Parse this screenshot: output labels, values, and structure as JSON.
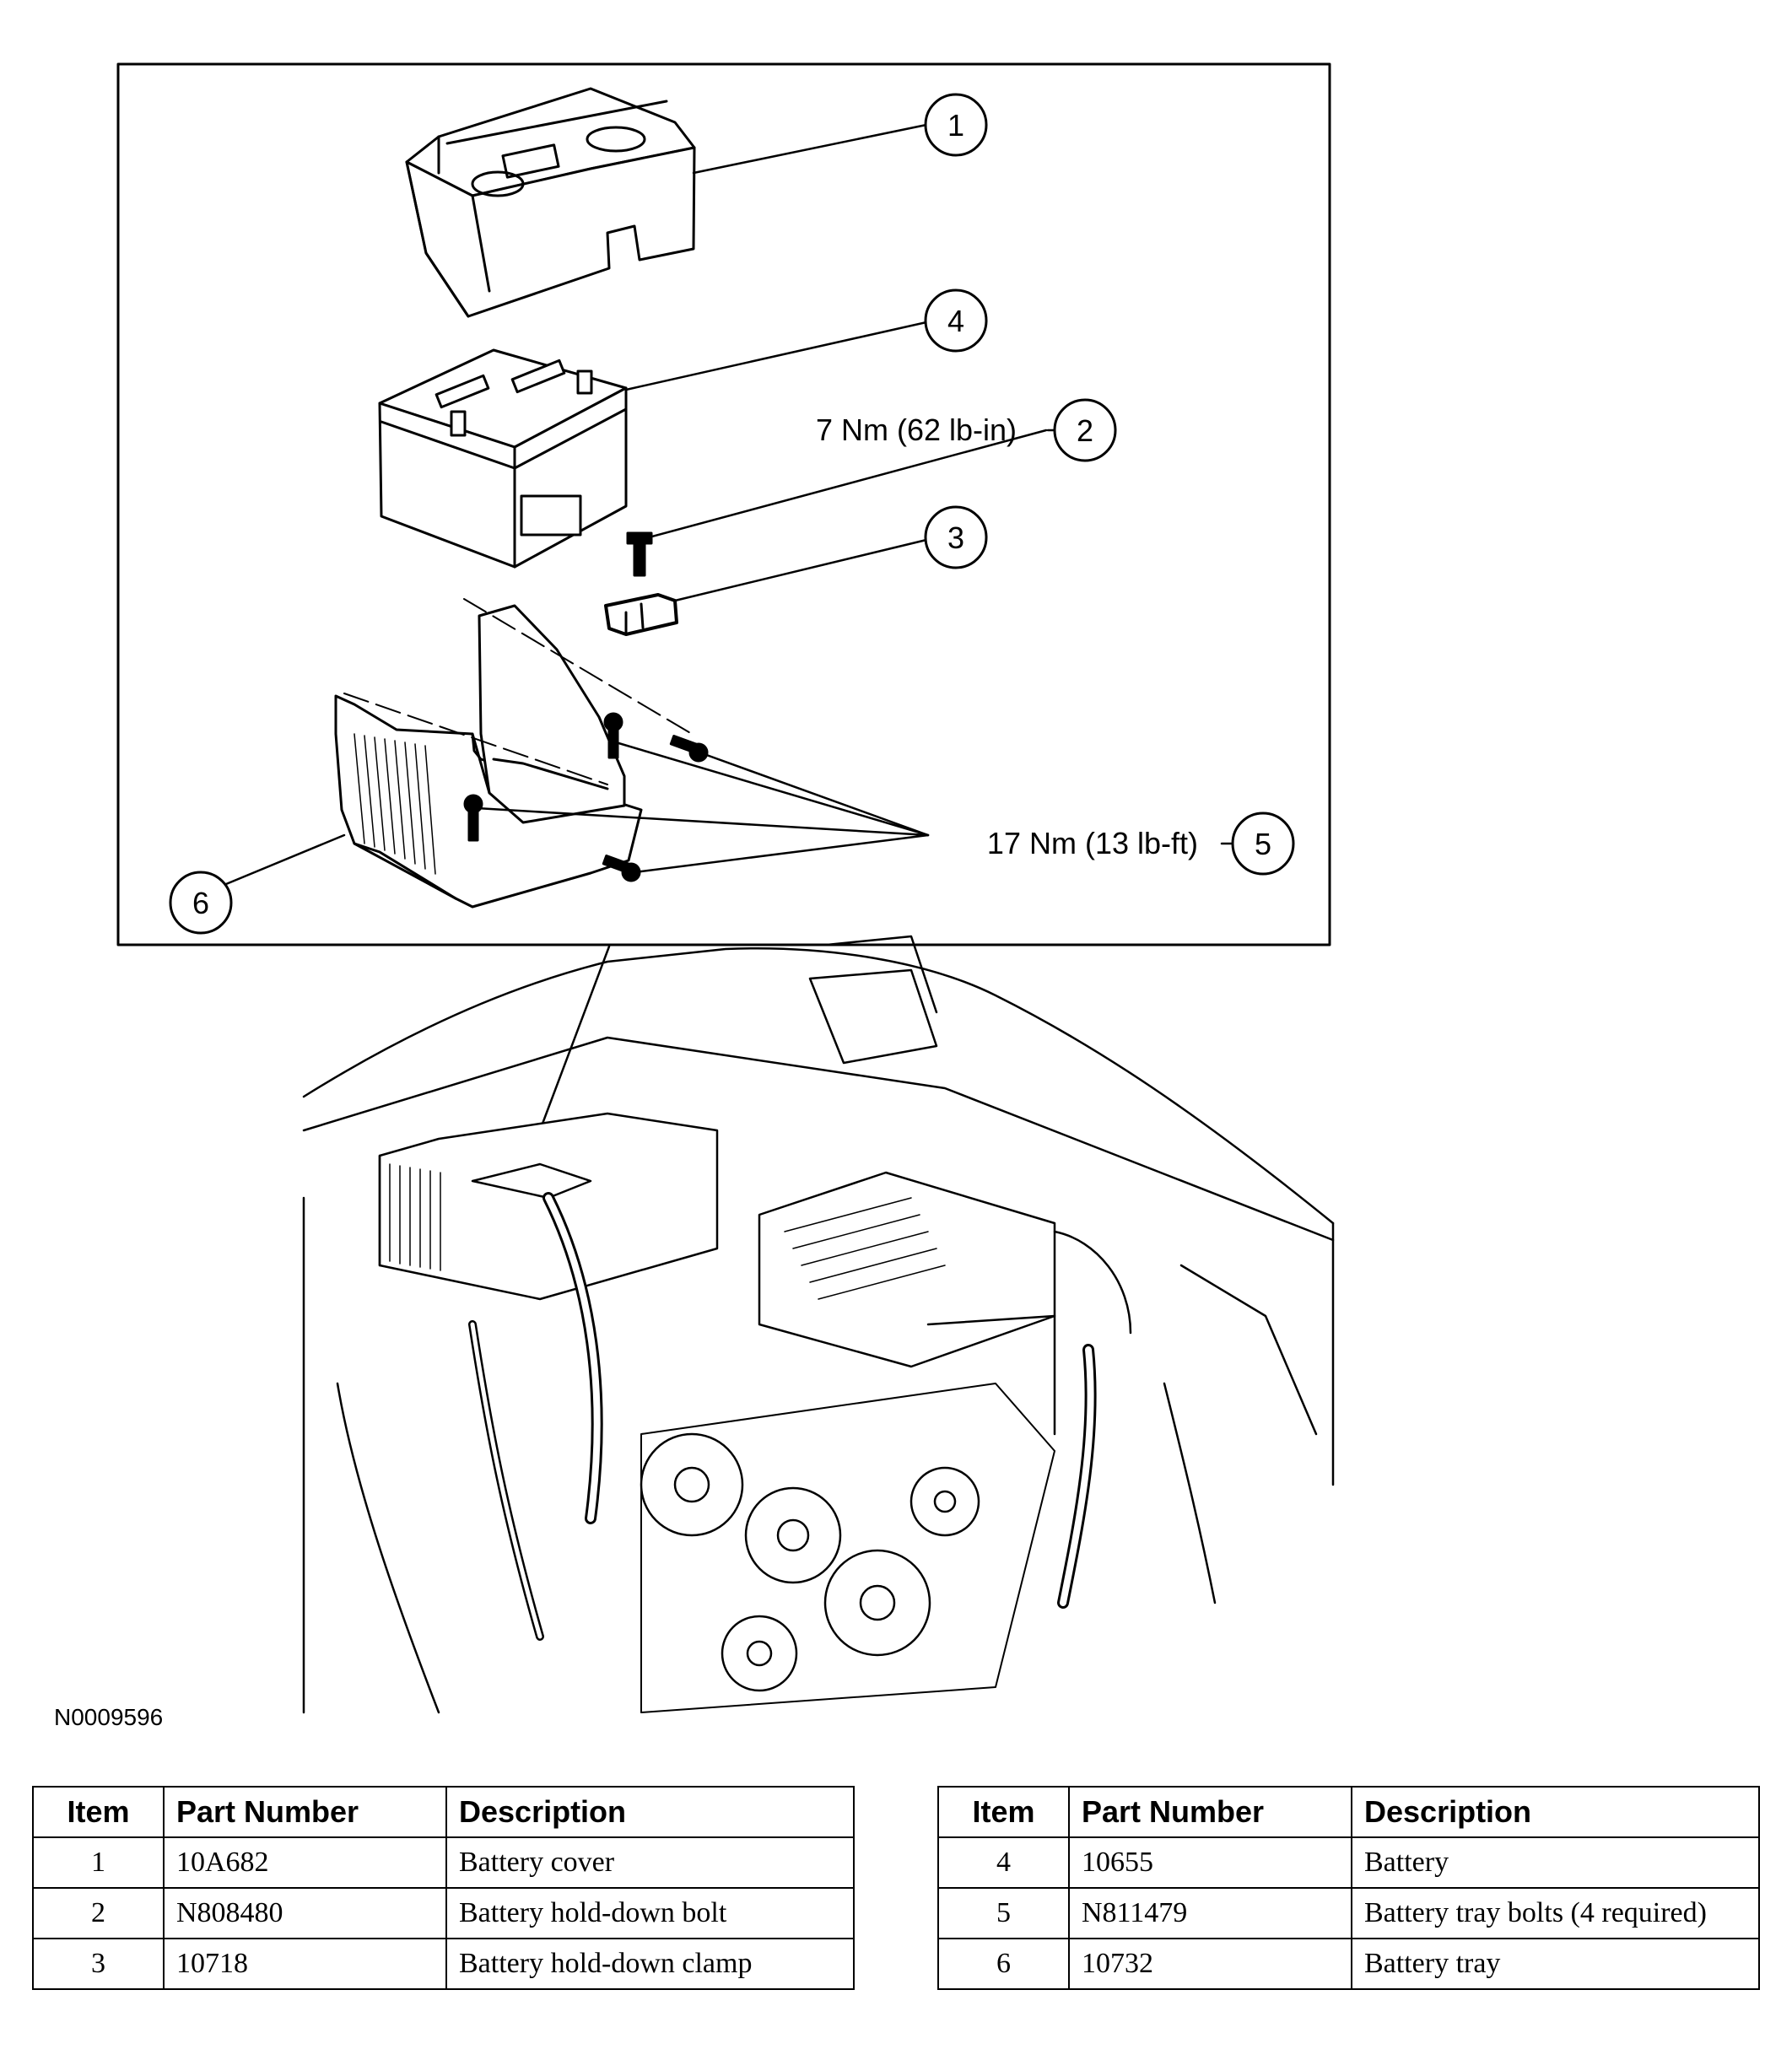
{
  "figure_id": "N0009596",
  "callouts": [
    {
      "id": "1",
      "label": "1"
    },
    {
      "id": "2",
      "label": "2"
    },
    {
      "id": "3",
      "label": "3"
    },
    {
      "id": "4",
      "label": "4"
    },
    {
      "id": "5",
      "label": "5"
    },
    {
      "id": "6",
      "label": "6"
    }
  ],
  "torque_specs": {
    "item_2": "7 Nm (62 lb-in)",
    "item_5": "17 Nm (13 lb-ft)"
  },
  "table_headers": {
    "item": "Item",
    "part_number": "Part Number",
    "description": "Description"
  },
  "parts_left": [
    {
      "item": "1",
      "part_number": "10A682",
      "description": "Battery cover"
    },
    {
      "item": "2",
      "part_number": "N808480",
      "description": "Battery hold-down bolt"
    },
    {
      "item": "3",
      "part_number": "10718",
      "description": "Battery hold-down clamp"
    }
  ],
  "parts_right": [
    {
      "item": "4",
      "part_number": "10655",
      "description": "Battery"
    },
    {
      "item": "5",
      "part_number": "N811479",
      "description": "Battery tray bolts (4 required)"
    },
    {
      "item": "6",
      "part_number": "10732",
      "description": "Battery tray"
    }
  ]
}
